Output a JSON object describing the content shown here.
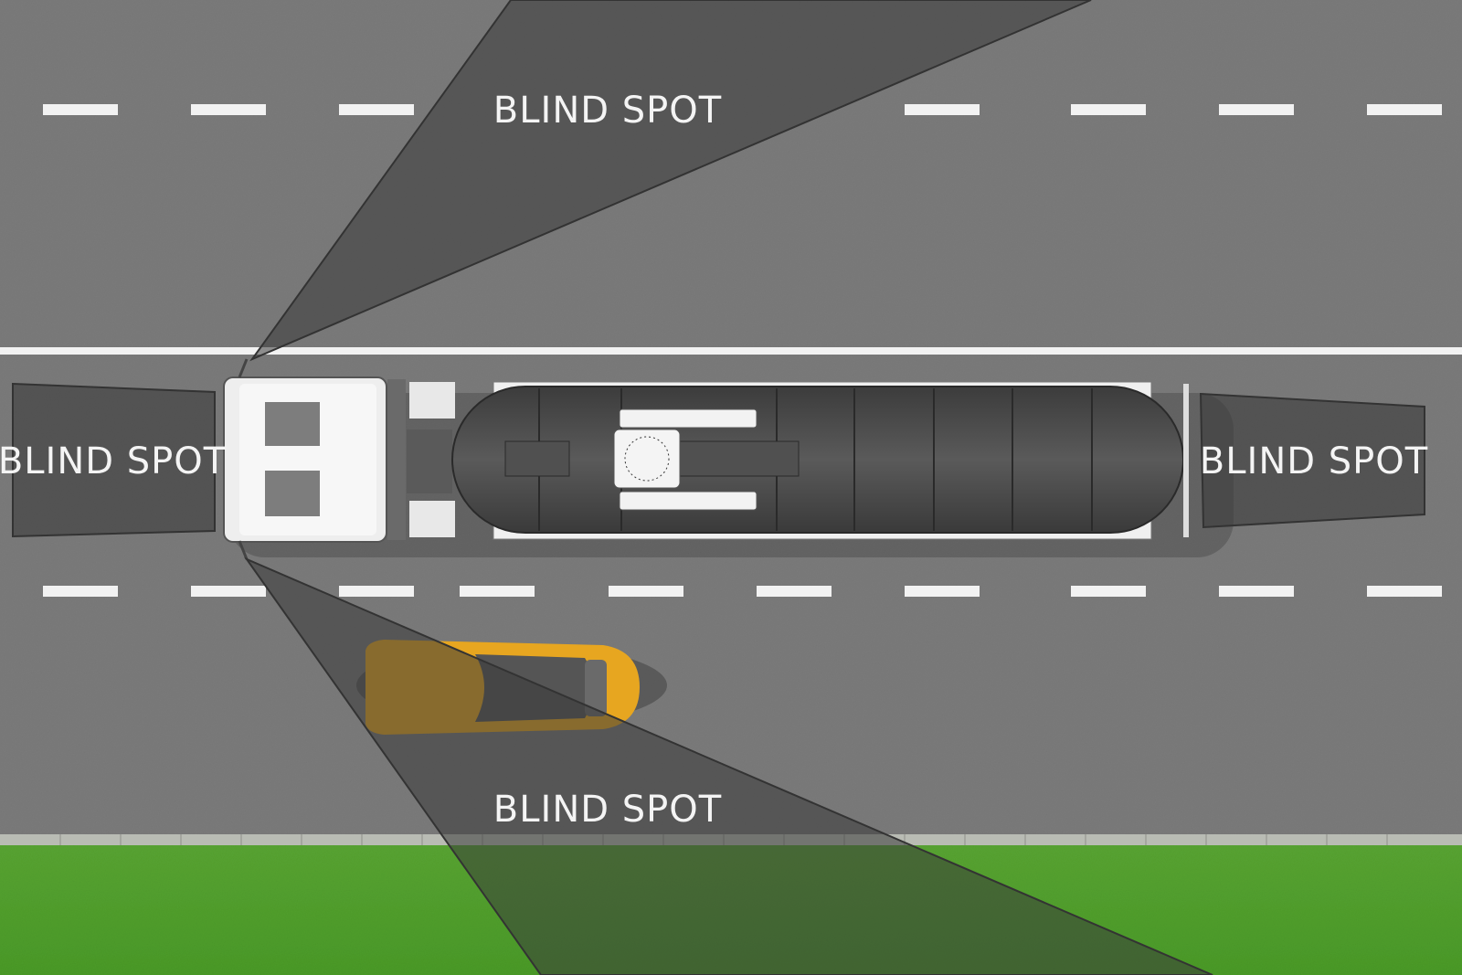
{
  "labels": {
    "top": "BLIND SPOT",
    "front": "BLIND SPOT",
    "rear": "BLIND SPOT",
    "bottom": "BLIND SPOT"
  },
  "colors": {
    "road": "#7b7b7b",
    "grass": "#5aa832",
    "blind_spot": "#3a3a3a",
    "lane_marking": "#f2f2f2",
    "car": "#e8a a20"
  }
}
